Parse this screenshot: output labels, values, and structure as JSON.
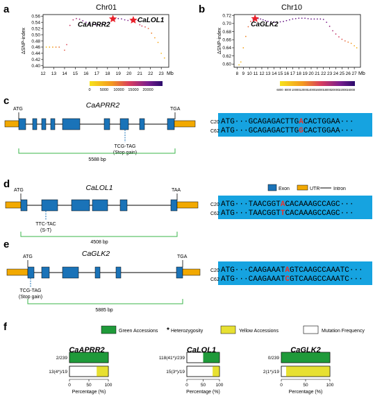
{
  "panels": {
    "a": "a",
    "b": "b",
    "c": "c",
    "d": "d",
    "e": "e",
    "f": "f"
  },
  "colors": {
    "exon": "#1a73b8",
    "utr": "#f2a900",
    "line": "#000000",
    "seqbox": "#16a3e0",
    "mut": "#e8312a",
    "green": "#1f9a3a",
    "yellow": "#e7e032",
    "scale_green": "#39b54a",
    "marker": "#e8212a"
  },
  "chart_data": [
    {
      "type": "scatter",
      "title": "Chr01",
      "ylabel": "ΔSNP-index",
      "xlabel_unit": "Mb",
      "xlim": [
        12,
        23.7
      ],
      "ylim": [
        0.395,
        0.565
      ],
      "x_ticks": [
        "12",
        "13",
        "14",
        "15",
        "16",
        "17",
        "18",
        "19",
        "20",
        "21",
        "22",
        "23"
      ],
      "y_ticks": [
        "0.40",
        "0.42",
        "0.44",
        "0.46",
        "0.48",
        "0.50",
        "0.52",
        "0.54",
        "0.56"
      ],
      "x": [
        12.3,
        12.6,
        12.9,
        13.2,
        13.5,
        14.0,
        14.2,
        14.5,
        14.8,
        15.1,
        15.4,
        15.7,
        16.0,
        16.3,
        16.6,
        16.9,
        17.2,
        17.5,
        17.8,
        18.1,
        18.4,
        18.7,
        19.0,
        19.3,
        19.6,
        19.9,
        20.2,
        20.5,
        20.8,
        21.0,
        21.2,
        21.5,
        21.8,
        22.1,
        22.4,
        22.7,
        23.0,
        23.3
      ],
      "y": [
        0.46,
        0.46,
        0.46,
        0.46,
        0.46,
        0.45,
        0.468,
        0.53,
        0.548,
        0.552,
        0.55,
        0.545,
        0.54,
        0.536,
        0.535,
        0.532,
        0.532,
        0.536,
        0.538,
        0.54,
        0.548,
        0.551,
        0.552,
        0.551,
        0.548,
        0.546,
        0.547,
        0.547,
        0.546,
        0.532,
        0.528,
        0.525,
        0.52,
        0.505,
        0.49,
        0.475,
        0.44,
        0.425
      ],
      "markers": [
        {
          "x": 18.5,
          "y": 0.551,
          "label": "CaAPRR2"
        },
        {
          "x": 20.4,
          "y": 0.547,
          "label": "CaLOL1"
        }
      ],
      "colorbar": {
        "min": 0,
        "max": 25000,
        "ticks": [
          "0",
          "5000",
          "10000",
          "15000",
          "20000"
        ]
      }
    },
    {
      "type": "scatter",
      "title": "Chr10",
      "ylabel": "ΔSNP-index",
      "xlabel_unit": "Mb",
      "xlim": [
        7.5,
        28
      ],
      "ylim": [
        0.592,
        0.722
      ],
      "x_ticks": [
        "8",
        "9",
        "10",
        "11",
        "12",
        "13",
        "14",
        "15",
        "16",
        "17",
        "18",
        "19",
        "20",
        "21",
        "22",
        "23",
        "24",
        "25",
        "26",
        "27"
      ],
      "y_ticks": [
        "0.60",
        "0.62",
        "0.64",
        "0.66",
        "0.68",
        "0.70",
        "0.72"
      ],
      "x": [
        8.3,
        8.6,
        9.0,
        9.4,
        9.8,
        10.2,
        10.6,
        11.0,
        11.4,
        11.8,
        12.2,
        12.6,
        13.0,
        13.5,
        14.0,
        14.5,
        15.0,
        15.5,
        16.0,
        16.5,
        17.0,
        17.5,
        18.0,
        18.5,
        19.0,
        19.5,
        20.0,
        20.5,
        21.0,
        21.5,
        22.0,
        22.5,
        23.0,
        23.5,
        24.0,
        24.5,
        25.0,
        25.5,
        26.0,
        26.5,
        27.0,
        27.4
      ],
      "y": [
        0.598,
        0.605,
        0.64,
        0.668,
        0.692,
        0.705,
        0.709,
        0.712,
        0.712,
        0.711,
        0.709,
        0.707,
        0.705,
        0.704,
        0.703,
        0.703,
        0.704,
        0.705,
        0.707,
        0.709,
        0.711,
        0.712,
        0.713,
        0.713,
        0.713,
        0.712,
        0.711,
        0.711,
        0.711,
        0.711,
        0.71,
        0.703,
        0.693,
        0.682,
        0.674,
        0.667,
        0.661,
        0.657,
        0.654,
        0.651,
        0.645,
        0.64
      ],
      "markers": [
        {
          "x": 10.9,
          "y": 0.712,
          "label": "CaGLK2"
        }
      ],
      "colorbar": {
        "min": 6000,
        "max": 25000,
        "ticks": [
          "6000",
          "8000",
          "10000",
          "12000",
          "14000",
          "16000",
          "18000",
          "20000",
          "22000",
          "24000"
        ]
      }
    },
    {
      "type": "bar",
      "title": "CaAPRR2",
      "categories": [
        "2/239",
        "13(4*)/19"
      ],
      "values_green_pct": [
        100,
        0
      ],
      "values_yellow_pct": [
        0,
        30
      ],
      "xlabel": "Percentage (%)",
      "x_ticks": [
        "0",
        "50",
        "100"
      ]
    },
    {
      "type": "bar",
      "title": "CaLOL1",
      "categories": [
        "118(41*)/239",
        "15(3*)/19"
      ],
      "values_green_pct": [
        50,
        0
      ],
      "values_yellow_pct": [
        0,
        21
      ],
      "xlabel": "Percentage (%)",
      "x_ticks": [
        "0",
        "50",
        "100"
      ]
    },
    {
      "type": "bar",
      "title": "CaGLK2",
      "categories": [
        "0/239",
        "2(1*)/19"
      ],
      "values_green_pct": [
        100,
        0
      ],
      "values_yellow_pct": [
        0,
        90
      ],
      "xlabel": "Percentage (%)",
      "x_ticks": [
        "0",
        "50",
        "100"
      ]
    }
  ],
  "gene_models": [
    {
      "name": "CaAPRR2",
      "start_codon": "ATG",
      "stop_codon": "TGA",
      "mutation_note_1": "TCG-TAG",
      "mutation_note_2": "(Stop gain)",
      "length": "5588 bp",
      "seq_c20_pre": "ATG···GCAGAGACTTG",
      "seq_c20_mut": "A",
      "seq_c20_post": "CACTGGAA···",
      "seq_c62_pre": "ATG···GCAGAGACTTG",
      "seq_c62_mut": "G",
      "seq_c62_post": "CACTGGAA···"
    },
    {
      "name": "CaLOL1",
      "start_codon": "ATG",
      "stop_codon": "TAA",
      "mutation_note_1": "TTC-TAC",
      "mutation_note_2": "(S-T)",
      "length": "4508 bp",
      "seq_c20_pre": "ATG···TAACGGT",
      "seq_c20_mut": "A",
      "seq_c20_post": "CACAAAGCCAGC···",
      "seq_c62_pre": "ATG···TAACGGT",
      "seq_c62_mut": "T",
      "seq_c62_post": "CACAAAGCCAGC···"
    },
    {
      "name": "CaGLK2",
      "start_codon": "ATG",
      "stop_codon": "TGA",
      "mutation_note_1": "TCG-TAG",
      "mutation_note_2": "(Stop gain)",
      "length": "5885 bp",
      "seq_c20_pre": "ATG···CAAGAAAT",
      "seq_c20_mut": "A",
      "seq_c20_post": "GTCAAGCCAAATC···",
      "seq_c62_pre": "ATG···CAAGAAAT",
      "seq_c62_mut": "C",
      "seq_c62_post": "GTCAAGCCAAATC···"
    }
  ],
  "seq_labels": {
    "c20": "C20",
    "c62": "C62"
  },
  "legend_d": {
    "exon": "Exon",
    "utr": "UTR",
    "intron": "Intron"
  },
  "legend_f": {
    "green": "Green Accessions",
    "hetero": "Heterozygosity",
    "hetero_star": "*",
    "yellow": "Yellow Accessions",
    "mut": "Mutation Frequency"
  }
}
